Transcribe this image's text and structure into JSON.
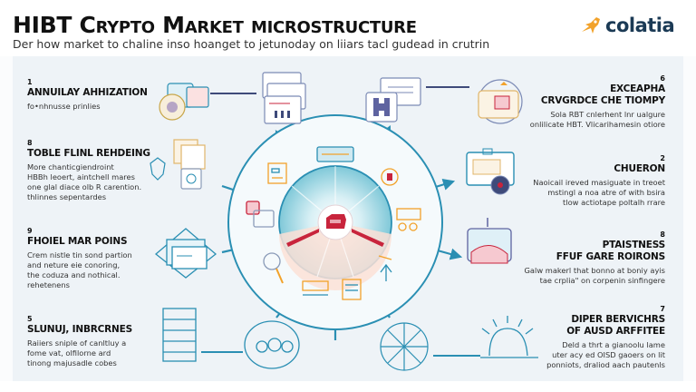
{
  "header": {
    "title": "HIBT Crypto Market microstructure",
    "subtitle": "Der how market to chaline inso hoanget to jetunoday on liiars tacl gudead in crutrin",
    "logo_text": "colatia",
    "logo_icon": "rocket-icon"
  },
  "colors": {
    "teal": "#2a8fb3",
    "navy": "#1b3a55",
    "orange": "#f2a22a",
    "red": "#c8243c",
    "panel": "#eef3f7"
  },
  "left_sections": [
    {
      "num": "1",
      "heading": "ANNUILAY AHHIZATION",
      "text": [
        "fo•nhnusse prinlies"
      ]
    },
    {
      "num": "8",
      "heading": "TOBLE FLINL REHDEING",
      "text": [
        "More chanticgiendroint",
        "HBBh leoert, aintchell mares",
        "one glal diace olb R carention.",
        "thlinnes sepentardes"
      ]
    },
    {
      "num": "9",
      "heading": "FHOIEL MAR POINS",
      "text": [
        "Crem nistle tin sond partion",
        "and neture eie conoring,",
        "the coduza and nothical.",
        "rehetenens"
      ]
    },
    {
      "num": "5",
      "heading": "SLUNUJ, INBRCRNES",
      "text": [
        "Raiiers sniple of canltluy a",
        "fome vat, olfilorne ard",
        "tinong majusadle cobes"
      ]
    }
  ],
  "right_sections": [
    {
      "num": "6",
      "heading": [
        "EXCEAPHA",
        "CRVGRDCE CHE TIOMPY"
      ],
      "text": [
        "Sola RBT cnlerhent lnr ualgure",
        "onlilicate HBT. Vlicarihamesin otiore"
      ]
    },
    {
      "num": "2",
      "heading": [
        "CHUERON"
      ],
      "text": [
        "Naoicail ireved masiguate in treoet",
        "mstingl a noa atre of with bsira",
        "tlow actiotape poltalh rrare"
      ]
    },
    {
      "num": "8",
      "heading": [
        "PTAISTNESS",
        "FFUF GARE ROIRONS"
      ],
      "text": [
        "Galw makerl that bonno at boniy ayis",
        "tae crplia\" on corpenin sinfingere"
      ]
    },
    {
      "num": "7",
      "heading": [
        "DIPER BERVICHRS",
        "OF AUSD ARFFITEE"
      ],
      "text": [
        "Deld a thrt a gianoolu lame",
        "uter acy ed OISD gaoers on lit",
        "ponniots, draliod aach pautenls"
      ]
    }
  ],
  "diagram": {
    "center_icon": "crypto-exchange-icon",
    "inner_ring_icons": [
      "dashboard-icon",
      "document-icon",
      "wallet-card-icon",
      "magnifier-icon",
      "barcode-icon",
      "chart-list-icon",
      "upload-arrow-icon",
      "dollar-coin-icon",
      "bitcoin-card-icon",
      "price-chart-icon"
    ],
    "outer_icons": [
      "coin-stack-icon",
      "browser-windows-icon",
      "id-card-icon",
      "cloud-server-icon",
      "ledger-notes-icon",
      "badge-card-icon",
      "stacked-cards-icon",
      "money-tray-icon",
      "filing-cabinet-icon",
      "lion-emblem-icon",
      "compass-wheel-icon",
      "sunrise-dome-icon"
    ]
  }
}
